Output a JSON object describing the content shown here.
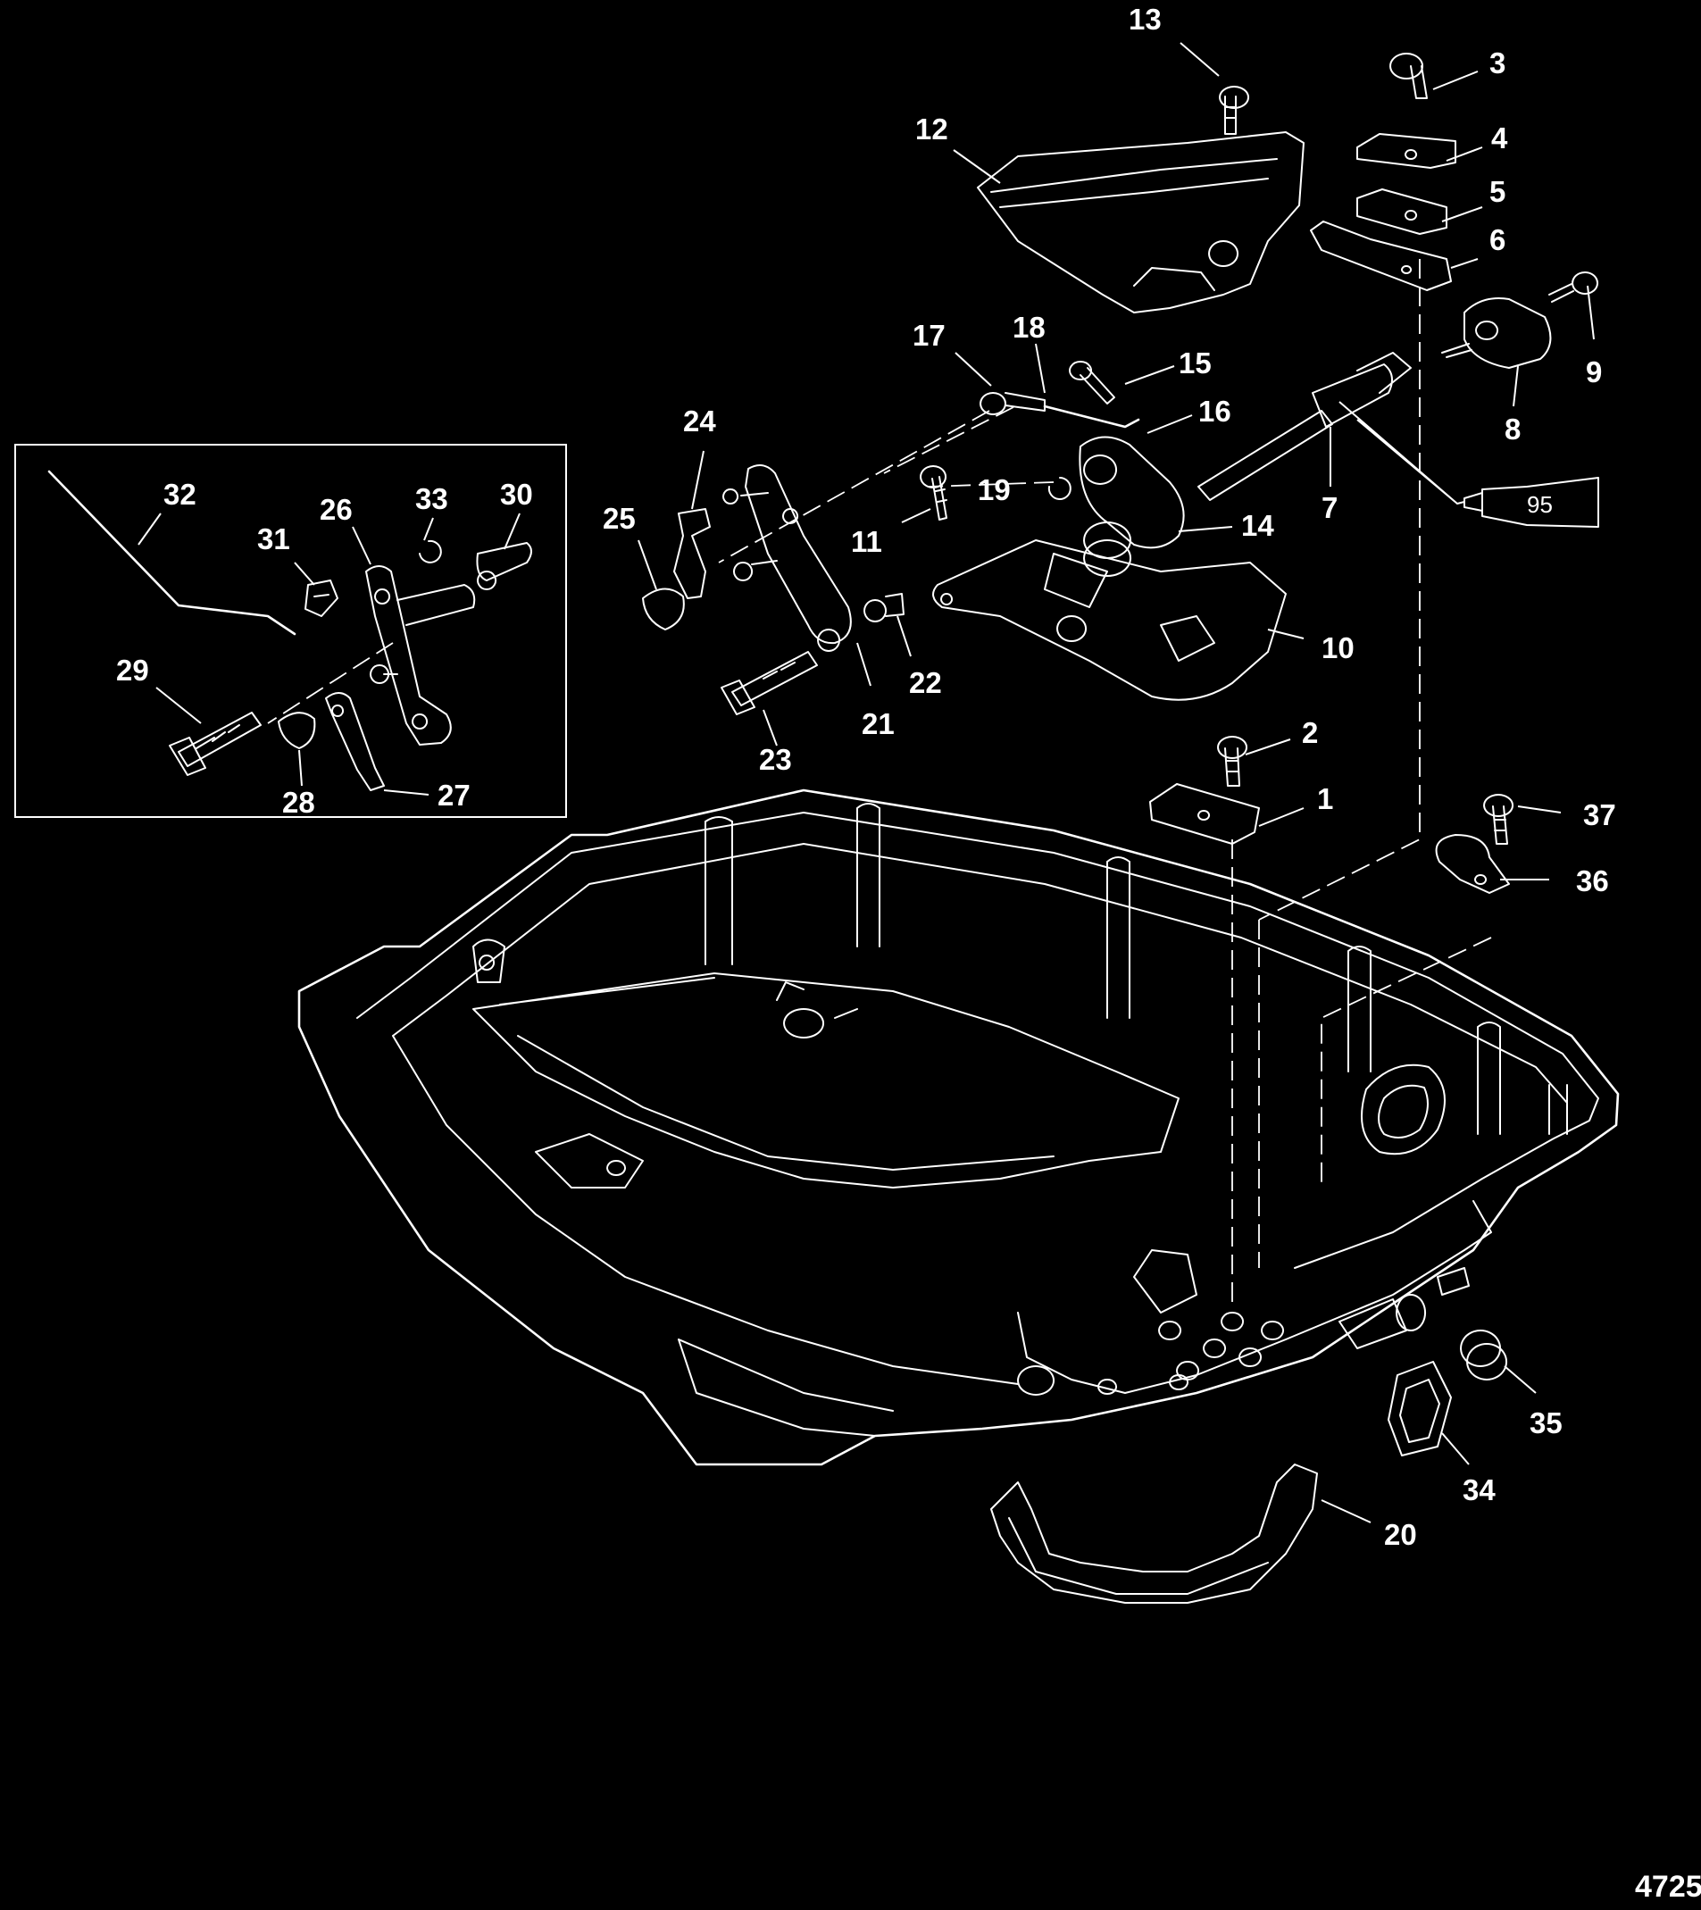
{
  "figure_id": "4725",
  "tube_label": "95",
  "colors": {
    "background": "#000000",
    "line": "#ffffff"
  },
  "callouts": [
    {
      "number": "1"
    },
    {
      "number": "2"
    },
    {
      "number": "3"
    },
    {
      "number": "4"
    },
    {
      "number": "5"
    },
    {
      "number": "6"
    },
    {
      "number": "7"
    },
    {
      "number": "8"
    },
    {
      "number": "9"
    },
    {
      "number": "10"
    },
    {
      "number": "11"
    },
    {
      "number": "12"
    },
    {
      "number": "13"
    },
    {
      "number": "14"
    },
    {
      "number": "15"
    },
    {
      "number": "16"
    },
    {
      "number": "17"
    },
    {
      "number": "18"
    },
    {
      "number": "19"
    },
    {
      "number": "20"
    },
    {
      "number": "21"
    },
    {
      "number": "22"
    },
    {
      "number": "23"
    },
    {
      "number": "24"
    },
    {
      "number": "25"
    },
    {
      "number": "26"
    },
    {
      "number": "27"
    },
    {
      "number": "28"
    },
    {
      "number": "29"
    },
    {
      "number": "30"
    },
    {
      "number": "31"
    },
    {
      "number": "32"
    },
    {
      "number": "33"
    },
    {
      "number": "34"
    },
    {
      "number": "35"
    },
    {
      "number": "36"
    },
    {
      "number": "37"
    }
  ]
}
